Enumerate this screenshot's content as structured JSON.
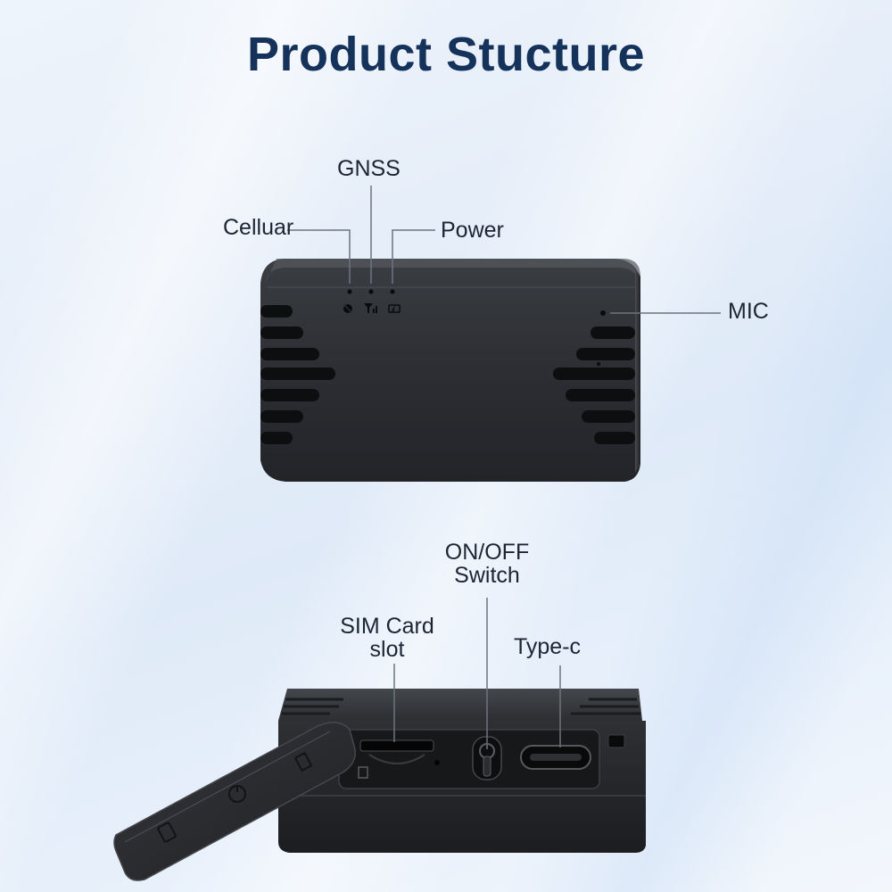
{
  "title": "Product Stucture",
  "top_view": {
    "labels": {
      "gnss": "GNSS",
      "cellular": "Celluar",
      "power": "Power",
      "mic": "MIC"
    }
  },
  "side_view": {
    "labels": {
      "on_off_line1": "ON/OFF",
      "on_off_line2": "Switch",
      "sim_line1": "SIM Card",
      "sim_line2": "slot",
      "type_c": "Type-c"
    }
  },
  "colors": {
    "title": "#14325a",
    "label": "#1c2533",
    "leader_line": "#6b7480",
    "device_body": "#2a2c30"
  }
}
